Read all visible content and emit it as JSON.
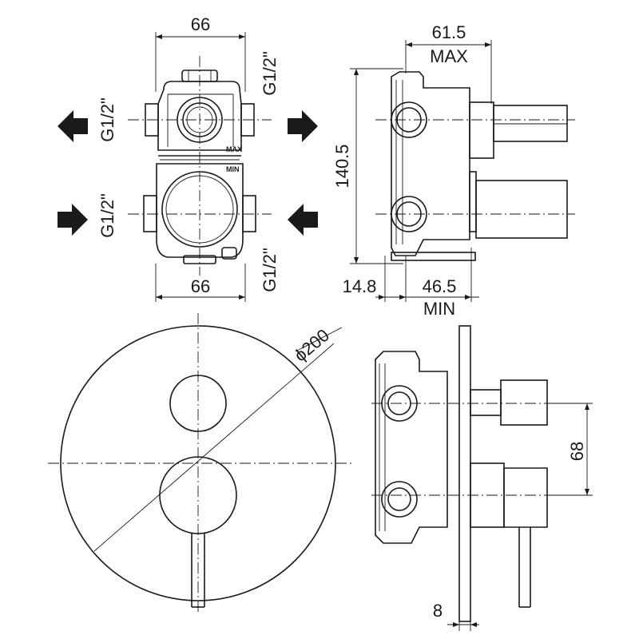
{
  "labels": {
    "top_width": "66",
    "bottom_width": "66",
    "thread_upper_left": "G1/2\"",
    "thread_upper_right": "G1/2\"",
    "thread_lower_left": "G1/2\"",
    "thread_lower_right": "G1/2\"",
    "max_dim": "61.5",
    "max_word": "MAX",
    "height_dim": "140.5",
    "left_offset_dim": "14.8",
    "min_dim": "46.5",
    "min_word": "MIN",
    "plate_marker_max": "MAX",
    "plate_marker_min": "MIN",
    "diameter": "ϕ200",
    "spacing_dim": "68",
    "plate_thickness": "8"
  }
}
